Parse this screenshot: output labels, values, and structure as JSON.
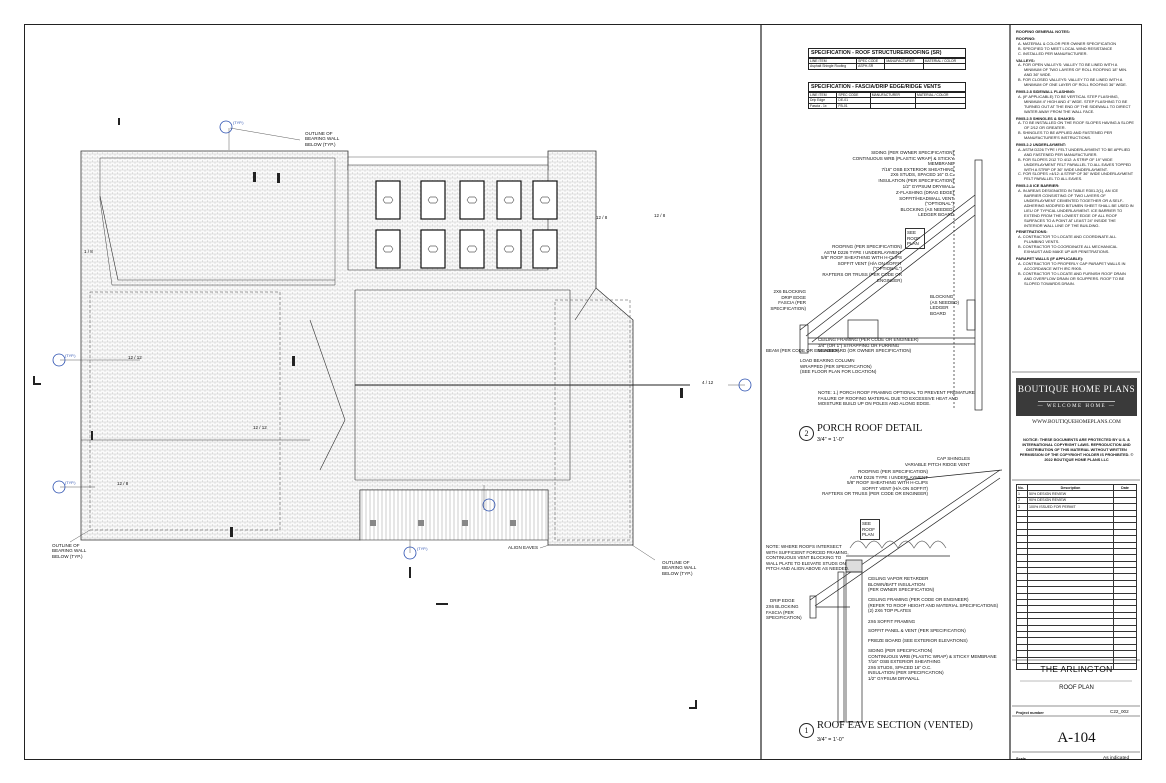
{
  "drawing": {
    "labels": {
      "outline_top": "OUTLINE OF BEARING WALL BELOW (TYP.)",
      "outline_left": "OUTLINE OF BEARING WALL BELOW (TYP.)",
      "outline_right": "OUTLINE OF BEARING WALL BELOW (TYP.)",
      "align_eaves": "ALIGN EAVES",
      "typ": "(TYP.)",
      "slope_a": "12 / 12",
      "slope_b": "12 / 8",
      "slope_c": "4 / 12",
      "slope_d": "1 / 8"
    }
  },
  "spec_tables": {
    "roof": {
      "title": "SPECIFICATION - ROOF STRUCTURE/ROOFING (SR)",
      "headers": [
        "LINE ITEM",
        "SPEC CODE",
        "MANUFACTURER",
        "MATERIAL / COLOR"
      ],
      "row": [
        "Asphalt Shingle Roofing",
        "ASPH-SR",
        "",
        ""
      ]
    },
    "fascia": {
      "title": "SPECIFICATION - FASCIA/DRIP EDGE/RIDGE VENTS",
      "headers": [
        "LINE ITEM",
        "SPEC CODE",
        "MANUFACTURER",
        "MATERIAL / COLOR"
      ],
      "rows": [
        [
          "Drip Edge",
          "DE-01",
          "",
          ""
        ],
        [
          "Fascia - 1x",
          "FB-01",
          "",
          ""
        ]
      ]
    }
  },
  "porch_detail": {
    "number": "2",
    "title": "PORCH ROOF DETAIL",
    "scale": "3/4\" = 1'-0\"",
    "callouts": [
      "SIDING (PER OWNER SPECIFICATION)",
      "CONTINUOUS WRB (PLASTIC WRAP) & STICKY MEMBRANE",
      "7/16\" OSB EXTERIOR SHEATHING",
      "2X6 STUDS, SPACED 16\" O.C.",
      "INSULATION (PER SPECIFICATION)",
      "1/2\" GYPSUM DRYWALL",
      "Z-FLASHING (DRAG EDGE)",
      "SOFFIT/HEADWALL VENT (\"OPTIONAL\")",
      "BLOCKING (AS NEEDED)",
      "LEDGER BOARD",
      "ROOFING (PER SPECIFICATION)",
      "ASTM D226 TYPE I UNDERLAYMENT",
      "5/8\" ROOF SHEATHING WITH H-CLIPS",
      "SOFFIT VENT (H/A ON SOFFIT (\"OPTIONAL\")",
      "RAFTERS OR TRUSS (PER CODE OR ENGINEER)",
      "2X6 BLOCKING",
      "DRIP EDGE",
      "FASCIA (PER SPECIFICATION)",
      "CEILING FRAMING (PER CODE OR ENGINEER)",
      "3/4\" (OR 1\") STRAPPING OR FURRING",
      "BEADBOARD (OR OWNER SPECIFICATION)",
      "BEAM (PER CODE OR ENGINEER)",
      "LOAD BEARING COLUMN",
      "WRAPPED (PER SPECIFICATION)",
      "(SEE FLOOR PLAN FOR LOCATION)",
      "BLOCKING",
      "(AS NEEDED)",
      "LEDGER",
      "BOARD",
      "SEE ROOF PLAN"
    ],
    "note": "NOTE: 1.) PORCH ROOF FRAMING OPTIONAL TO PREVENT PREMATURE FAILURE OF ROOFING MATERIAL DUE TO EXCESSIVE HEAT AND MOISTURE BUILD UP ON POLES AND ALONG EDGE."
  },
  "eave_detail": {
    "number": "1",
    "title": "ROOF EAVE SECTION (VENTED)",
    "scale": "3/4\" = 1'-0\"",
    "callouts": [
      "CAP SHINGLES",
      "VARIABLE PITCH RIDGE VENT",
      "ROOFING (PER SPECIFICATION)",
      "ASTM D226 TYPE I UNDERLAYMENT",
      "5/8\" ROOF SHEATHING WITH H-CLIPS",
      "SOFFIT VENT (H/A ON SOFFIT)",
      "RAFTERS OR TRUSS (PER CODE OR ENGINEER)",
      "NOTE: WHERE ROOFS INTERSECT WITH SUFFICIENT FORCED FRAMING, CONTINUOUS VENT BLOCKING TO WALL PLATE TO ELEVATE STUDS ON PITCH AND ALIGN ABOVE AS NEEDED.",
      "SEE ROOF PLAN",
      "DRIP EDGE",
      "2X6 BLOCKING",
      "FASCIA (PER SPECIFICATION)",
      "CEILING VAPOR RETARDER",
      "BLOWN/BATT INSULATION",
      "(PER OWNER SPECIFICATION)",
      "CEILING FRAMING (PER CODE OR ENGINEER)",
      "(REFER TO ROOF HEIGHT AND MATERIAL SPECIFICATIONS)",
      "(2) 2X6 TOP PLATES",
      "2X6 SOFFIT FRAMING",
      "SOFFIT PANEL & VENT (PER SPECIFICATION)",
      "FRIEZE BOARD (SEE EXTERIOR ELEVATIONS)",
      "SIDING (PER SPECIFICATION)",
      "CONTINUOUS WRB (PLASTIC WRAP) & STICKY MEMBRANE",
      "7/16\" OSB EXTERIOR SHEATHING",
      "2X6 STUDS, SPACED 16\" O.C.",
      "INSULATION (PER SPECIFICATION)",
      "1/2\" GYPSUM DRYWALL"
    ]
  },
  "general_notes": {
    "title": "ROOFING GENERAL NOTES:",
    "sections": [
      {
        "h": "ROOFING:",
        "items": [
          "A. MATERIAL & COLOR PER OWNER SPECIFICATION",
          "B. SPECIFIED TO MEET LOCAL WIND RESISTANCE",
          "C. INSTALLED PER MANUFACTURER."
        ]
      },
      {
        "h": "VALLEYS:",
        "items": [
          "A. FOR OPEN VALLEYS: VALLEY TO BE LINED WITH A MINIMUM OF TWO LAYERS OF ROLL ROOFING 18\" MIN. AND 36\" WIDE.",
          "B. FOR CLOSED VALLEYS: VALLEY TO BE LINED WITH A MINIMUM OF ONE LAYER OF ROLL ROOFING 36\" WIDE."
        ]
      },
      {
        "h": "R905.2.8 SIDEWALL FLASHING:",
        "items": [
          "A. (IF APPLICABLE) TO BE VERTICAL STEP FLASHING, MINIMUM 4\" HIGH AND 4\" WIDE. STEP FLASHING TO BE TURNED OUT AT THE END OF THE SIDEWALL TO DIRECT WATER AWAY FROM THE WALL FACE."
        ]
      },
      {
        "h": "R905.2.5 SHINGLES & SHAKES:",
        "items": [
          "A. TO BE INSTALLED ON THE ROOF SLOPES HAVING A SLOPE OF 2/12 OR GREATER.",
          "B. SHINGLES TO BE APPLIED AND FASTENED PER MANUFACTURER'S INSTRUCTIONS."
        ]
      },
      {
        "h": "R905.2.2 UNDERLAYMENT:",
        "items": [
          "A. ASTM D226 TYPE I FELT UNDERLAYMENT TO BE APPLIED AND FASTENED PER MANUFACTURER.",
          "B. FOR SLOPES 2/12 TO 4/12: A STRIP OF 19\" WIDE UNDERLAYMENT FELT PARALLEL TO ALL EAVES TOPPED WITH A STRIP OF 36\" WIDE UNDERLAYMENT.",
          "C. FOR SLOPES >4/12: A STRIP OF 36\" WIDE UNDERLAYMENT FELT PARALLEL TO ALL EAVES."
        ]
      },
      {
        "h": "R905.2.8 ICE BARRIER:",
        "items": [
          "A. IN AREAS DESIGNATED IN TABLE R301.2(1), AN ICE BARRIER CONSISTING OF TWO LAYERS OF UNDERLAYMENT CEMENTED TOGETHER OR A SELF-ADHERING MODIFIED BITUMEN SHEET SHALL BE USED IN LIEU OF TYPICAL UNDERLAYMENT. ICE BARRIER TO EXTEND FROM THE LOWEST EDGE OF ALL ROOF SURFACES TO A POINT AT LEAST 24\" INSIDE THE INTERIOR WALL LINE OF THE BUILDING."
        ]
      },
      {
        "h": "PENETRATIONS:",
        "items": [
          "A. CONTRACTOR TO LOCATE AND COORDINATE ALL PLUMBING VENTS.",
          "B. CONTRACTOR TO COORDINATE ALL MECHANICAL EXHAUST AND MAKE UP AIR PENETRATIONS."
        ]
      },
      {
        "h": "PARAPET WALLS (IF APPLICABLE):",
        "items": [
          "A. CONTRACTOR TO PROPERLY CAP PARAPET WALLS IN ACCORDANCE WITH IRC R905.",
          "B. CONTRACTOR TO LOCATE AND FURNISH ROOF DRAIN AND OVERFLOW DRAIN OR SCUPPERS. ROOF TO BE SLOPED TOWARDS DRAIN."
        ]
      }
    ]
  },
  "title_block": {
    "brand": "BOUTIQUE HOME PLANS",
    "tagline": "— WELCOME HOME —",
    "website": "WWW.BOUTIQUEHOMEPLANS.COM",
    "notice": "NOTICE: THESE DOCUMENTS ARE PROTECTED BY U.S. & INTERNATIONAL COPYRIGHT LAWS. REPRODUCTION AND DISTRIBUTION OF THIS MATERIAL WITHOUT WRITTEN PERMISSION OF THE COPYRIGHT HOLDER IS PROHIBITED. © 2022 BOUTIQUE HOME PLANS LLC",
    "revision_headers": [
      "No.",
      "Description",
      "Date"
    ],
    "revisions": [
      [
        "1",
        "50% DESIGN REVIEW",
        ""
      ],
      [
        "2",
        "90% DESIGN REVIEW",
        ""
      ],
      [
        "3",
        "100% ISSUED FOR PERMIT",
        ""
      ]
    ],
    "project": "THE ARLINGTON",
    "sheet_name": "ROOF PLAN",
    "project_number_label": "Project number",
    "project_number": "C22_002",
    "sheet_number": "A-104",
    "scale_label": "Scale",
    "scale_value": "As indicated"
  }
}
